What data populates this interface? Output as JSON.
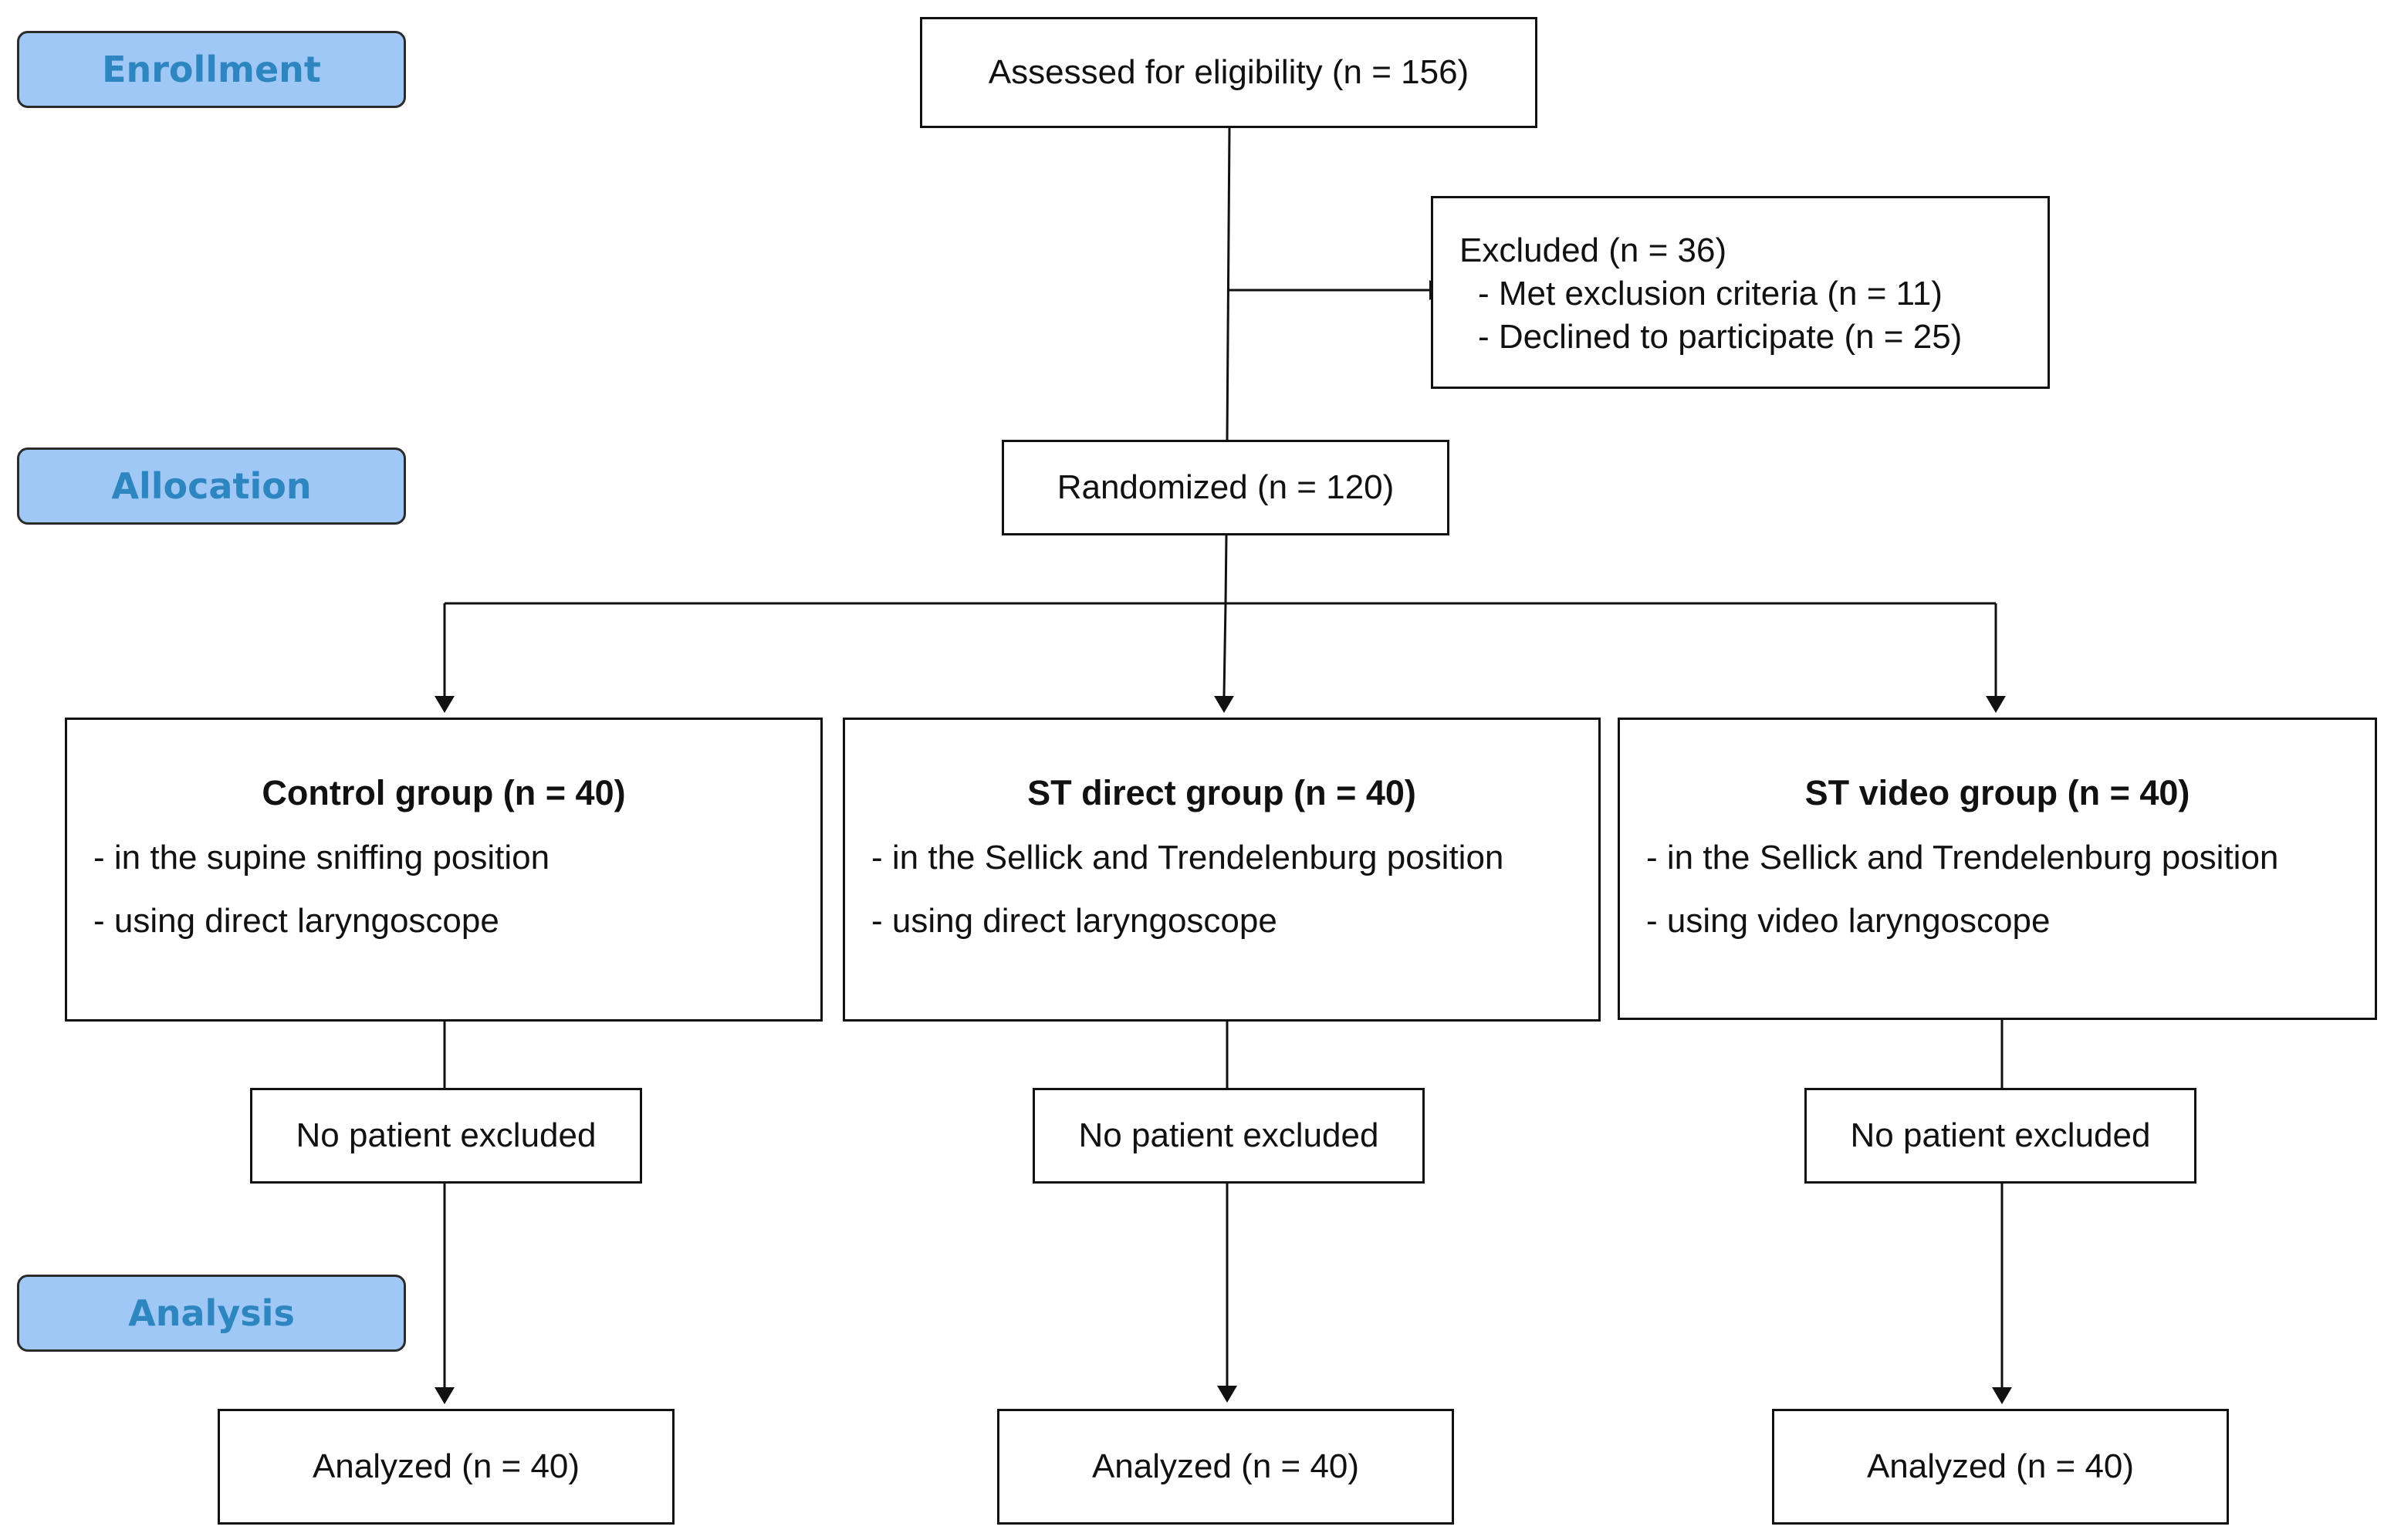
{
  "stages": {
    "enrollment": "Enrollment",
    "allocation": "Allocation",
    "analysis": "Analysis"
  },
  "assessed": "Assessed for eligibility (n = 156)",
  "excluded": {
    "title": "Excluded (n = 36)",
    "items": [
      "- Met exclusion criteria (n = 11)",
      "- Declined to participate (n = 25)"
    ]
  },
  "randomized": "Randomized (n = 120)",
  "groups": [
    {
      "title": "Control group (n = 40)",
      "lines": [
        "- in the supine sniffing position",
        "- using direct laryngoscope"
      ],
      "follow_up": "No patient excluded",
      "analyzed": "Analyzed (n = 40)"
    },
    {
      "title": "ST direct group (n = 40)",
      "lines": [
        "- in the Sellick and Trendelenburg position",
        "- using direct laryngoscope"
      ],
      "follow_up": "No patient excluded",
      "analyzed": "Analyzed (n = 40)"
    },
    {
      "title": "ST video group (n = 40)",
      "lines": [
        "- in the Sellick and Trendelenburg position",
        "- using video laryngoscope"
      ],
      "follow_up": "No patient excluded",
      "analyzed": "Analyzed (n = 40)"
    }
  ]
}
